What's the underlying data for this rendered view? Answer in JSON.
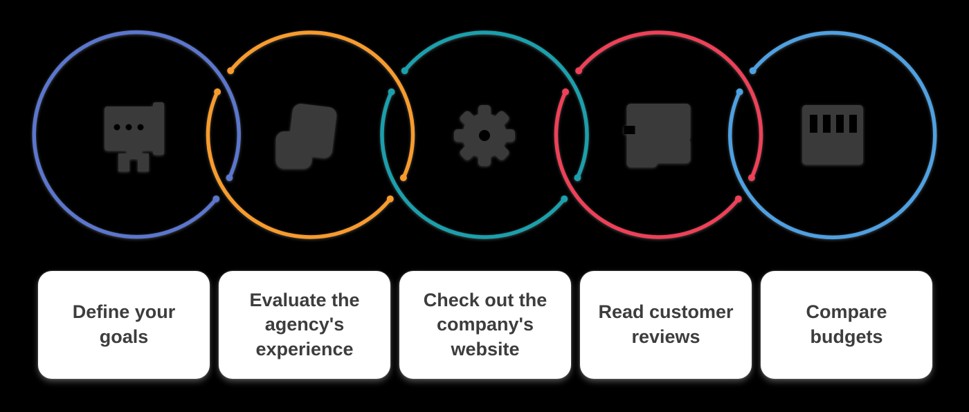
{
  "background_color": "#000000",
  "icon_color": "#3a3a3a",
  "card": {
    "background": "#ffffff",
    "text_color": "#3d3d3d"
  },
  "steps": [
    {
      "label": "Define your goals",
      "color": "#5B76CE",
      "icon": "goals-icon"
    },
    {
      "label": "Evaluate the agency's experience",
      "color": "#F89B2C",
      "icon": "experience-icon"
    },
    {
      "label": "Check out the company's website",
      "color": "#1AA0AC",
      "icon": "website-icon"
    },
    {
      "label": "Read customer reviews",
      "color": "#EF4058",
      "icon": "reviews-icon"
    },
    {
      "label": "Compare budgets",
      "color": "#4EA0E2",
      "icon": "budgets-icon"
    }
  ]
}
